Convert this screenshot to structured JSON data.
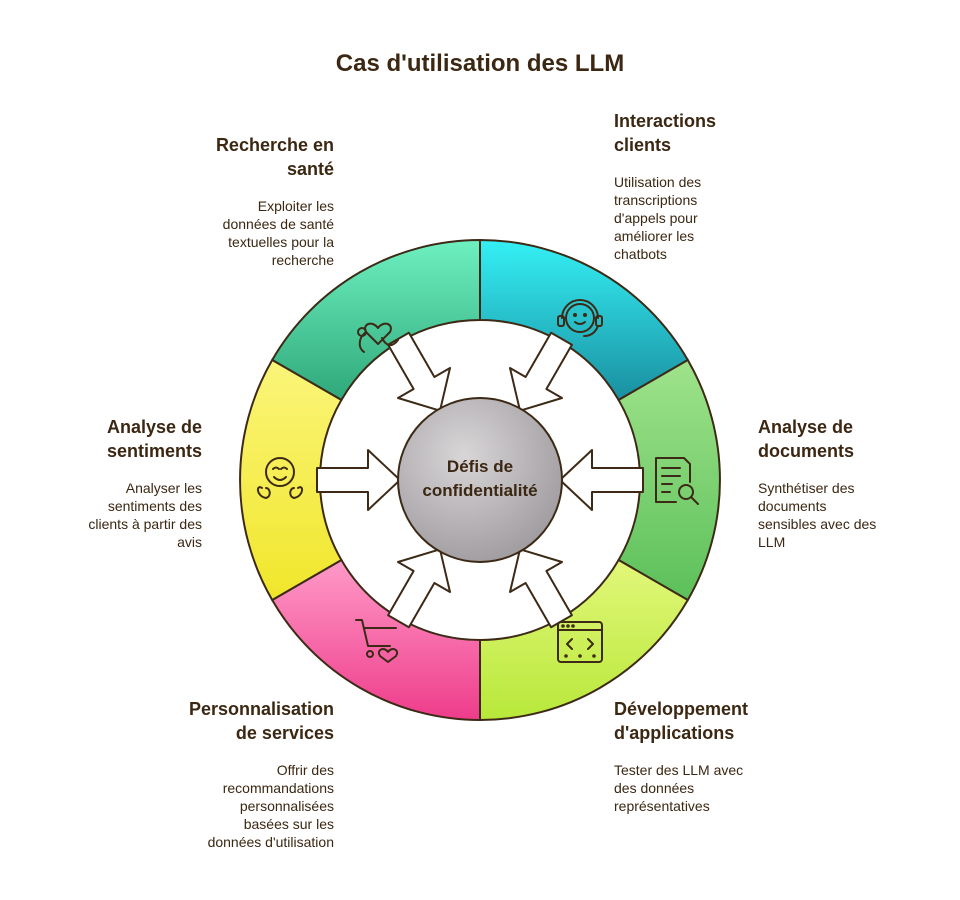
{
  "title": "Cas d'utilisation des LLM",
  "center": "Défis de\nconfidentialité",
  "segments": [
    {
      "id": "recherche",
      "title": "Recherche en\nsanté",
      "desc": "Exploiter les\ndonnées de santé\ntextuelles pour la\nrecherche",
      "icon": "stethoscope-heart-icon",
      "color": "#4fc98f"
    },
    {
      "id": "interactions",
      "title": "Interactions\nclients",
      "desc": "Utilisation des\ntranscriptions\nd'appels pour\naméliorer les\nchatbots",
      "icon": "headset-agent-icon",
      "color": "#1fb8c8"
    },
    {
      "id": "documents",
      "title": "Analyse de\ndocuments",
      "desc": "Synthétiser des\ndocuments\nsensibles avec des\nLLM",
      "icon": "document-search-icon",
      "color": "#7fd36a"
    },
    {
      "id": "developpement",
      "title": "Développement\nd'applications",
      "desc": "Tester des LLM avec\ndes données\nreprésentatives",
      "icon": "code-window-icon",
      "color": "#c8ee55"
    },
    {
      "id": "personnalisation",
      "title": "Personnalisation\nde services",
      "desc": "Offrir des\nrecommandations\npersonnalisées\nbasées sur les\ndonnées d'utilisation",
      "icon": "cart-heart-icon",
      "color": "#f05a9c"
    },
    {
      "id": "sentiments",
      "title": "Analyse de\nsentiments",
      "desc": "Analyser les\nsentiments des\nclients à partir des\navis",
      "icon": "smiling-face-icon",
      "color": "#f5ee3c"
    }
  ]
}
